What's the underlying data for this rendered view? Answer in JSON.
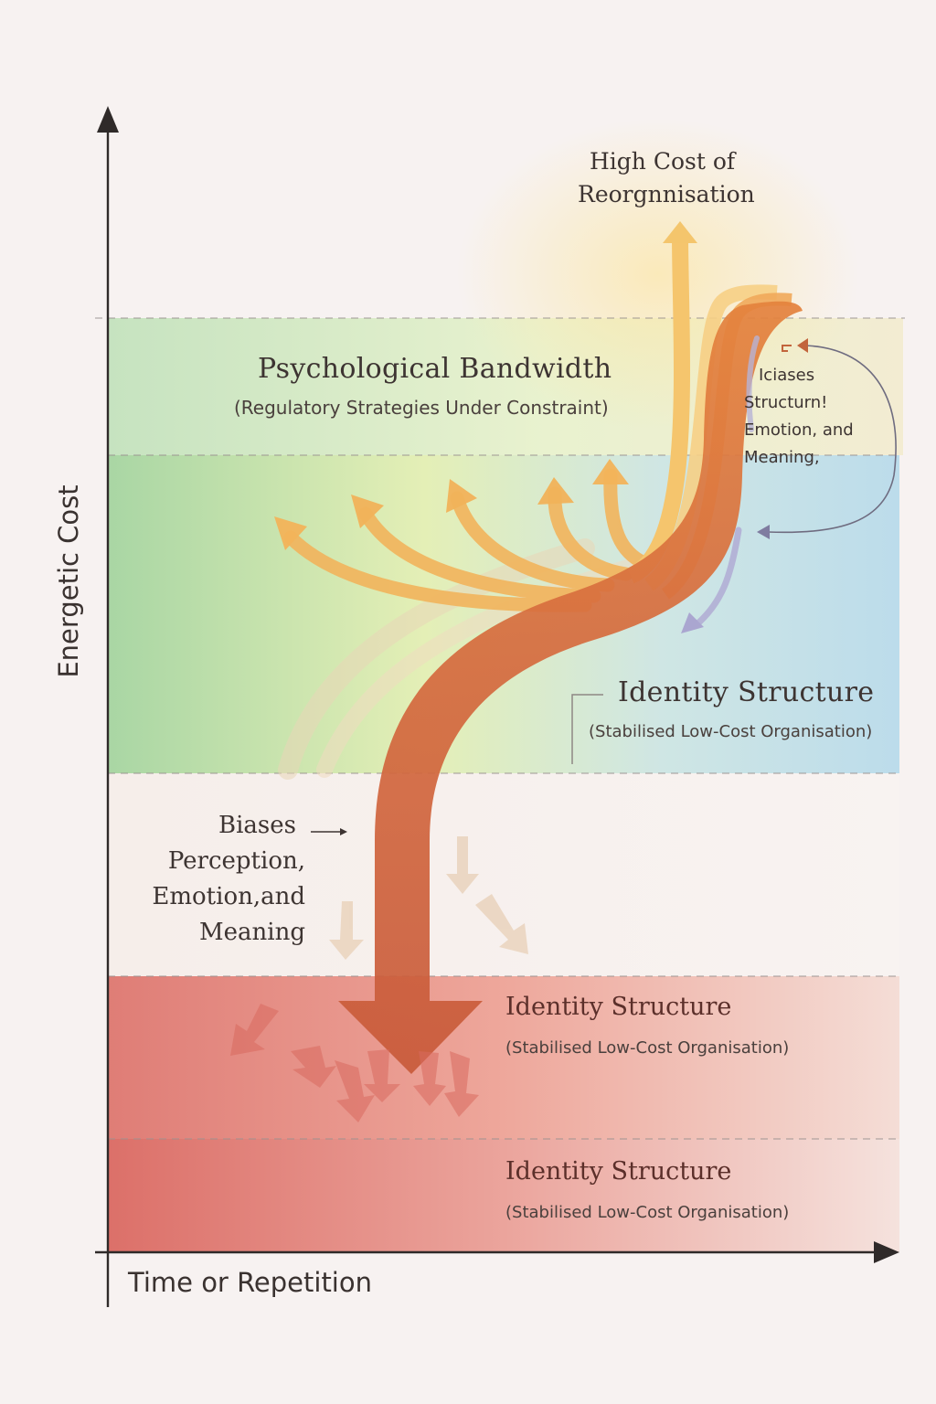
{
  "axes": {
    "y_label": "Energetic Cost",
    "x_label": "Time or Repetition"
  },
  "top_label": {
    "line1": "High Cost of",
    "line2": "Reorgnnisation"
  },
  "bandwidth_zone": {
    "title": "Psychological Bandwidth",
    "subtitle": "(Regulatory Strategies Under Constraint)"
  },
  "side_note": {
    "line1": "Iciases",
    "line2": "Structurn!",
    "line3": "Emotion, and",
    "line4": "Meaning,"
  },
  "identity_upper": {
    "title": "Identity Structure",
    "subtitle": "(Stabilised Low-Cost Organisation)"
  },
  "bias_left": {
    "line1": "Biases",
    "line2": "Perception,",
    "line3": "Emotion,and",
    "line4": "Meaning"
  },
  "identity_mid": {
    "title": "Identity Structure",
    "subtitle": "(Stabilised Low-Cost Organisation)"
  },
  "identity_low": {
    "title": "Identity Structure",
    "subtitle": "(Stabilised Low-Cost Organisation)"
  },
  "colors": {
    "band_green": "#cfe6c4",
    "band_blue": "#bfdde8",
    "band_red": "#e58f88",
    "main_arrow": "#d4673e",
    "fan_arrows": "#f2b65a",
    "axis": "#2f2a29"
  }
}
